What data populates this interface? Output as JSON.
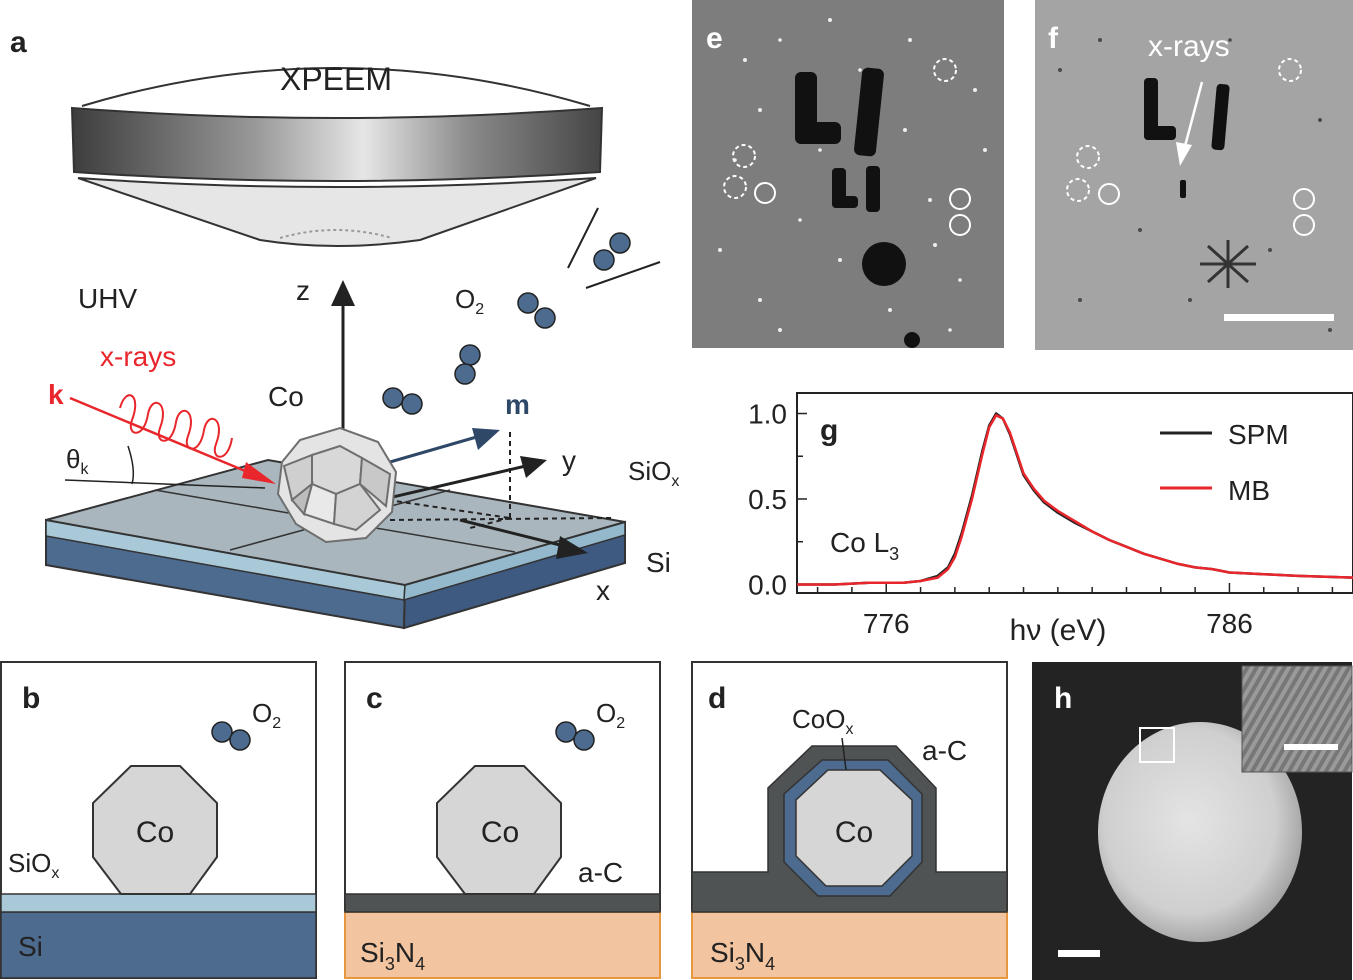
{
  "panel_a": {
    "letter": "a",
    "xpeem": "XPEEM",
    "uhv": "UHV",
    "xrays": "x-rays",
    "k": "k",
    "theta": "θ",
    "theta_sub": "k",
    "co": "Co",
    "z": "z",
    "y": "y",
    "x": "x",
    "m": "m",
    "o2": "O",
    "o2_sub": "2",
    "siox": "SiO",
    "siox_sub": "x",
    "si": "Si"
  },
  "panel_b": {
    "letter": "b",
    "o2": "O",
    "o2_sub": "2",
    "co": "Co",
    "siox": "SiO",
    "siox_sub": "x",
    "substrate": "Si"
  },
  "panel_c": {
    "letter": "c",
    "o2": "O",
    "o2_sub": "2",
    "co": "Co",
    "layer": "a-C",
    "substrate": "Si",
    "substrate_sub1": "3",
    "substrate_mid": "N",
    "substrate_sub2": "4"
  },
  "panel_d": {
    "letter": "d",
    "coox": "CoO",
    "coox_sub": "x",
    "ac": "a-C",
    "co": "Co",
    "substrate": "Si",
    "substrate_sub1": "3",
    "substrate_mid": "N",
    "substrate_sub2": "4"
  },
  "panel_e": {
    "letter": "e"
  },
  "panel_f": {
    "letter": "f",
    "xrays": "x-rays"
  },
  "panel_h": {
    "letter": "h"
  },
  "colors": {
    "slate": "#4d6a8f",
    "light_blue": "#a9c9d9",
    "dark_gray": "#505354",
    "peach": "#f2c4a0",
    "red": "#e8262b",
    "navy": "#2f4868"
  },
  "chart_data": {
    "type": "line",
    "panel_label": "g",
    "annotation": "Co L",
    "annotation_sub": "3",
    "xlabel": "hν (eV)",
    "ylabel": "",
    "xlim": [
      773.4,
      789.6
    ],
    "ylim": [
      -0.05,
      1.12
    ],
    "xticks": [
      776,
      786
    ],
    "yticks": [
      0.0,
      0.5,
      1.0
    ],
    "ytick_labels": [
      "0.0",
      "0.5",
      "1.0"
    ],
    "legend_position": "top-right",
    "series": [
      {
        "name": "SPM",
        "color": "#222222",
        "x": [
          773.4,
          774.5,
          775.5,
          776.5,
          777.0,
          777.5,
          777.8,
          778.0,
          778.2,
          778.5,
          778.8,
          779.0,
          779.2,
          779.4,
          779.6,
          779.8,
          780.0,
          780.3,
          780.6,
          781.0,
          781.5,
          782.0,
          782.5,
          783.0,
          783.5,
          784.0,
          784.5,
          785.0,
          785.5,
          786.0,
          787.0,
          788.0,
          789.6
        ],
        "y": [
          0.0,
          0.0,
          0.01,
          0.01,
          0.02,
          0.05,
          0.1,
          0.18,
          0.3,
          0.52,
          0.78,
          0.93,
          1.0,
          0.97,
          0.88,
          0.76,
          0.64,
          0.55,
          0.48,
          0.42,
          0.36,
          0.31,
          0.26,
          0.22,
          0.18,
          0.15,
          0.12,
          0.1,
          0.09,
          0.07,
          0.06,
          0.05,
          0.04
        ]
      },
      {
        "name": "MB",
        "color": "#e8262b",
        "x": [
          773.4,
          774.5,
          775.5,
          776.5,
          777.0,
          777.5,
          777.8,
          778.0,
          778.2,
          778.5,
          778.8,
          779.0,
          779.2,
          779.4,
          779.6,
          779.8,
          780.0,
          780.3,
          780.6,
          781.0,
          781.5,
          782.0,
          782.5,
          783.0,
          783.5,
          784.0,
          784.5,
          785.0,
          785.5,
          786.0,
          787.0,
          788.0,
          789.6
        ],
        "y": [
          0.0,
          0.0,
          0.01,
          0.01,
          0.02,
          0.04,
          0.09,
          0.16,
          0.28,
          0.5,
          0.76,
          0.92,
          0.99,
          0.97,
          0.89,
          0.77,
          0.65,
          0.56,
          0.49,
          0.43,
          0.37,
          0.31,
          0.26,
          0.22,
          0.18,
          0.15,
          0.12,
          0.1,
          0.09,
          0.07,
          0.06,
          0.05,
          0.04
        ]
      }
    ]
  }
}
